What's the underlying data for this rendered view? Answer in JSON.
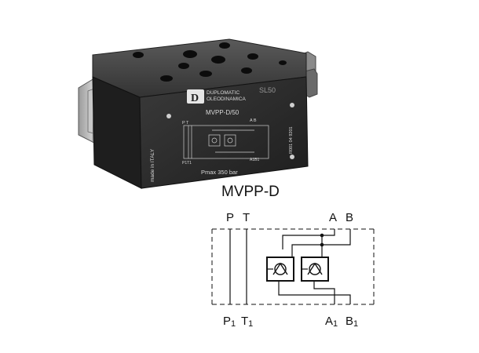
{
  "product": {
    "brand_line1": "DUPLOMATIC",
    "brand_line2": "OLEODINAMICA",
    "plate_model": "MVPP-D/50",
    "plate_pressure": "Pmax  350  bar",
    "plate_origin": "made in ITALY",
    "plate_serial": "R001 04 9201",
    "side_code": "SL50",
    "plate_ports_top_left": "P T",
    "plate_ports_top_right": "A B",
    "plate_ports_bottom_left": "P1T1",
    "plate_ports_bottom_right": "A1B1"
  },
  "diagram": {
    "title": "MVPP-D",
    "ports_top": [
      "P",
      "T",
      "A",
      "B"
    ],
    "ports_bottom": [
      {
        "letter": "P",
        "sub": "1"
      },
      {
        "letter": "T",
        "sub": "1"
      },
      {
        "letter": "A",
        "sub": "1"
      },
      {
        "letter": "B",
        "sub": "1"
      }
    ]
  },
  "colors": {
    "body_front": "#2a2a2a",
    "body_top": "#4a4a4a",
    "body_side": "#1a1a1a",
    "plate_text": "#d8d8d8",
    "line": "#111111"
  }
}
